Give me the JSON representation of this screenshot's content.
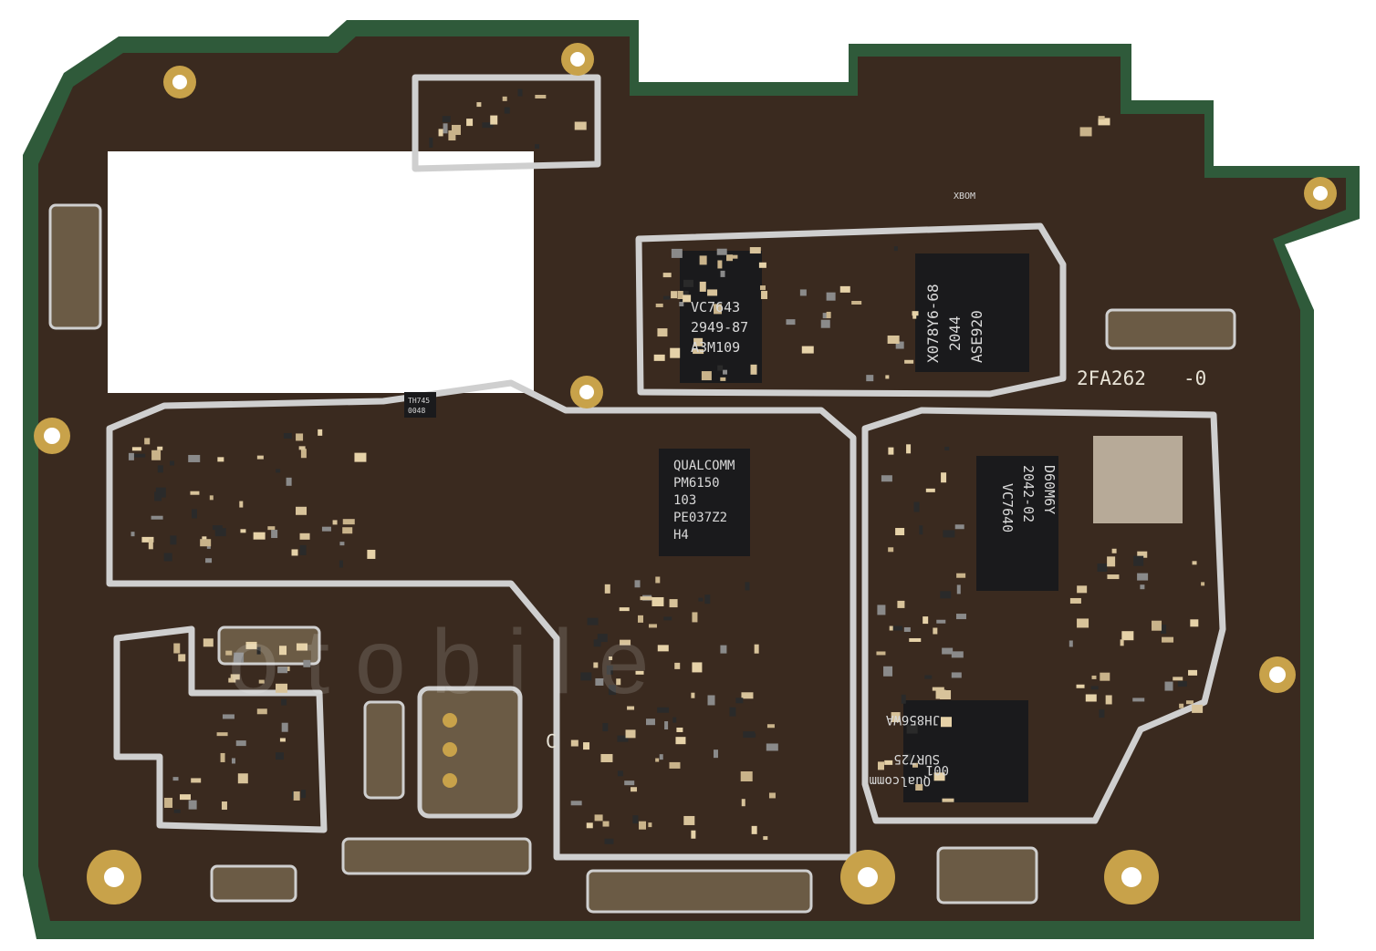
{
  "colors": {
    "pcb": "#3a2a1f",
    "pcb_edge": "#2f5a3a",
    "shield": "#cfcfcf",
    "gold": "#c8a24a",
    "chip": "#1a1a1c",
    "cap": "#d8c39a"
  },
  "board": {
    "label": "2FA262",
    "revision": "-0",
    "shield_mark": "C"
  },
  "chips": {
    "pmic": {
      "lines": [
        "QUALCOMM",
        "PM6150",
        "103",
        "PE037Z2",
        "H4"
      ]
    },
    "pa1": {
      "lines": [
        "VC7643",
        "2949-87",
        "A3M109"
      ]
    },
    "pa2": {
      "lines": [
        "X078Y6-68",
        "2044",
        "ASE920"
      ]
    },
    "rf1": {
      "lines": [
        "D60M6Y",
        "2042-02",
        "VC7640"
      ]
    },
    "transceiver": {
      "lines": [
        "JH856WA",
        "SUR725",
        "001",
        "Qualcomm"
      ]
    },
    "small_sensor": {
      "lines": [
        "TH745",
        "0048"
      ]
    },
    "xbom": {
      "text": "XBOM"
    }
  },
  "watermark": {
    "text": "o t o b i l e"
  }
}
